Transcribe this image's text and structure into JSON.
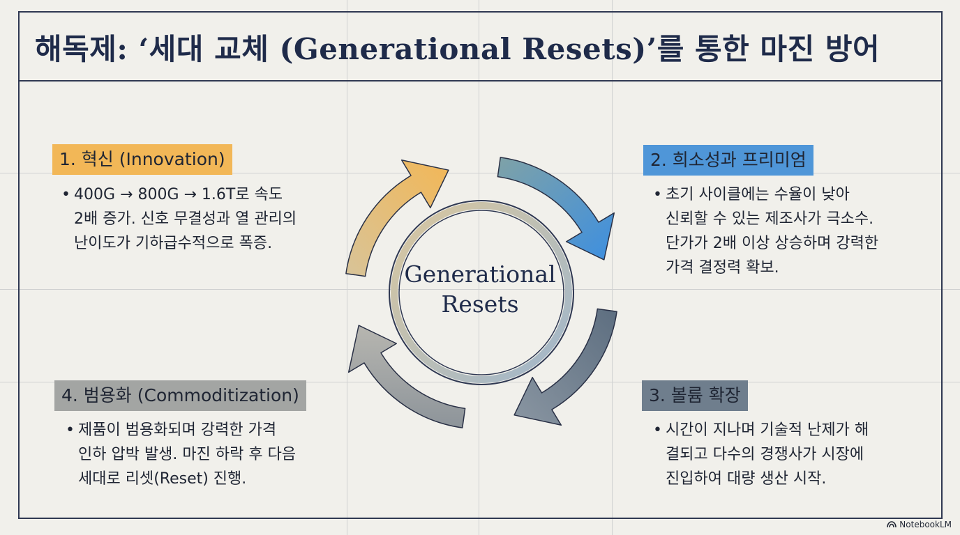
{
  "title": "해독제: ‘세대 교체 (Generational Resets)’를 통한 마진 방어",
  "center_label_line1": "Generational",
  "center_label_line2": "Resets",
  "stages": [
    {
      "label": "1. 혁신 (Innovation)",
      "color": "#f2b757",
      "lines": [
        "400G → 800G → 1.6T로 속도",
        "2배 증가. 신호 무결성과 열 관리의",
        "난이도가 기하급수적으로 폭증."
      ]
    },
    {
      "label": "2. 희소성과 프리미엄",
      "color": "#4f96d8",
      "lines": [
        "초기 사이클에는 수율이 낮아",
        "신뢰할 수 있는 제조사가 극소수.",
        "단가가 2배 이상 상승하며 강력한",
        "가격 결정력 확보."
      ]
    },
    {
      "label": "3. 볼륨 확장",
      "color": "#6f7e8d",
      "lines": [
        "시간이 지나며 기술적 난제가 해",
        "결되고 다수의 경쟁사가 시장에",
        "진입하여 대량 생산 시작."
      ]
    },
    {
      "label": "4. 범용화 (Commoditization)",
      "color": "#a3a5a3",
      "lines": [
        "제품이 범용화되며 강력한 가격",
        "인하 압박 발생. 마진 하락 후 다음",
        "세대로 리셋(Reset) 진행."
      ]
    }
  ],
  "brand": "NotebookLM"
}
